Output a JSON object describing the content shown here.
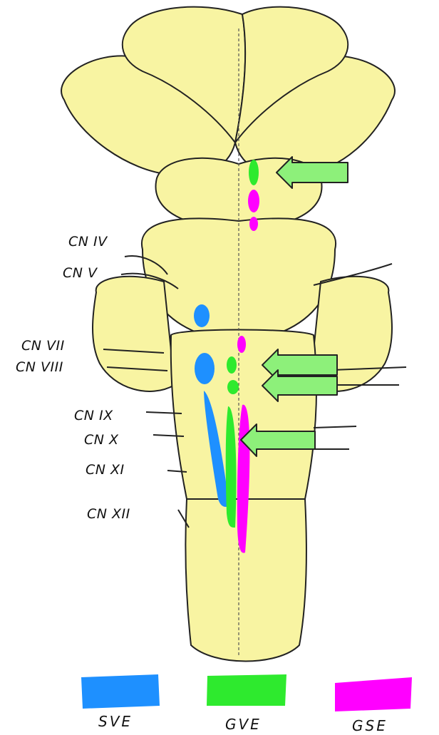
{
  "nerve_labels": [
    "CN IV",
    "CN V",
    "CN VII",
    "CN VIII",
    "CN IX",
    "CN X",
    "CN XI",
    "CN XII"
  ],
  "legend": [
    {
      "label": "SVE",
      "color": "#1e90ff"
    },
    {
      "label": "GVE",
      "color": "#2eea2e"
    },
    {
      "label": "GSE",
      "color": "#ff00ff"
    }
  ],
  "colors": {
    "tissue": "#f8f4a2",
    "outline": "#222222",
    "arrow": "#8df07a"
  }
}
